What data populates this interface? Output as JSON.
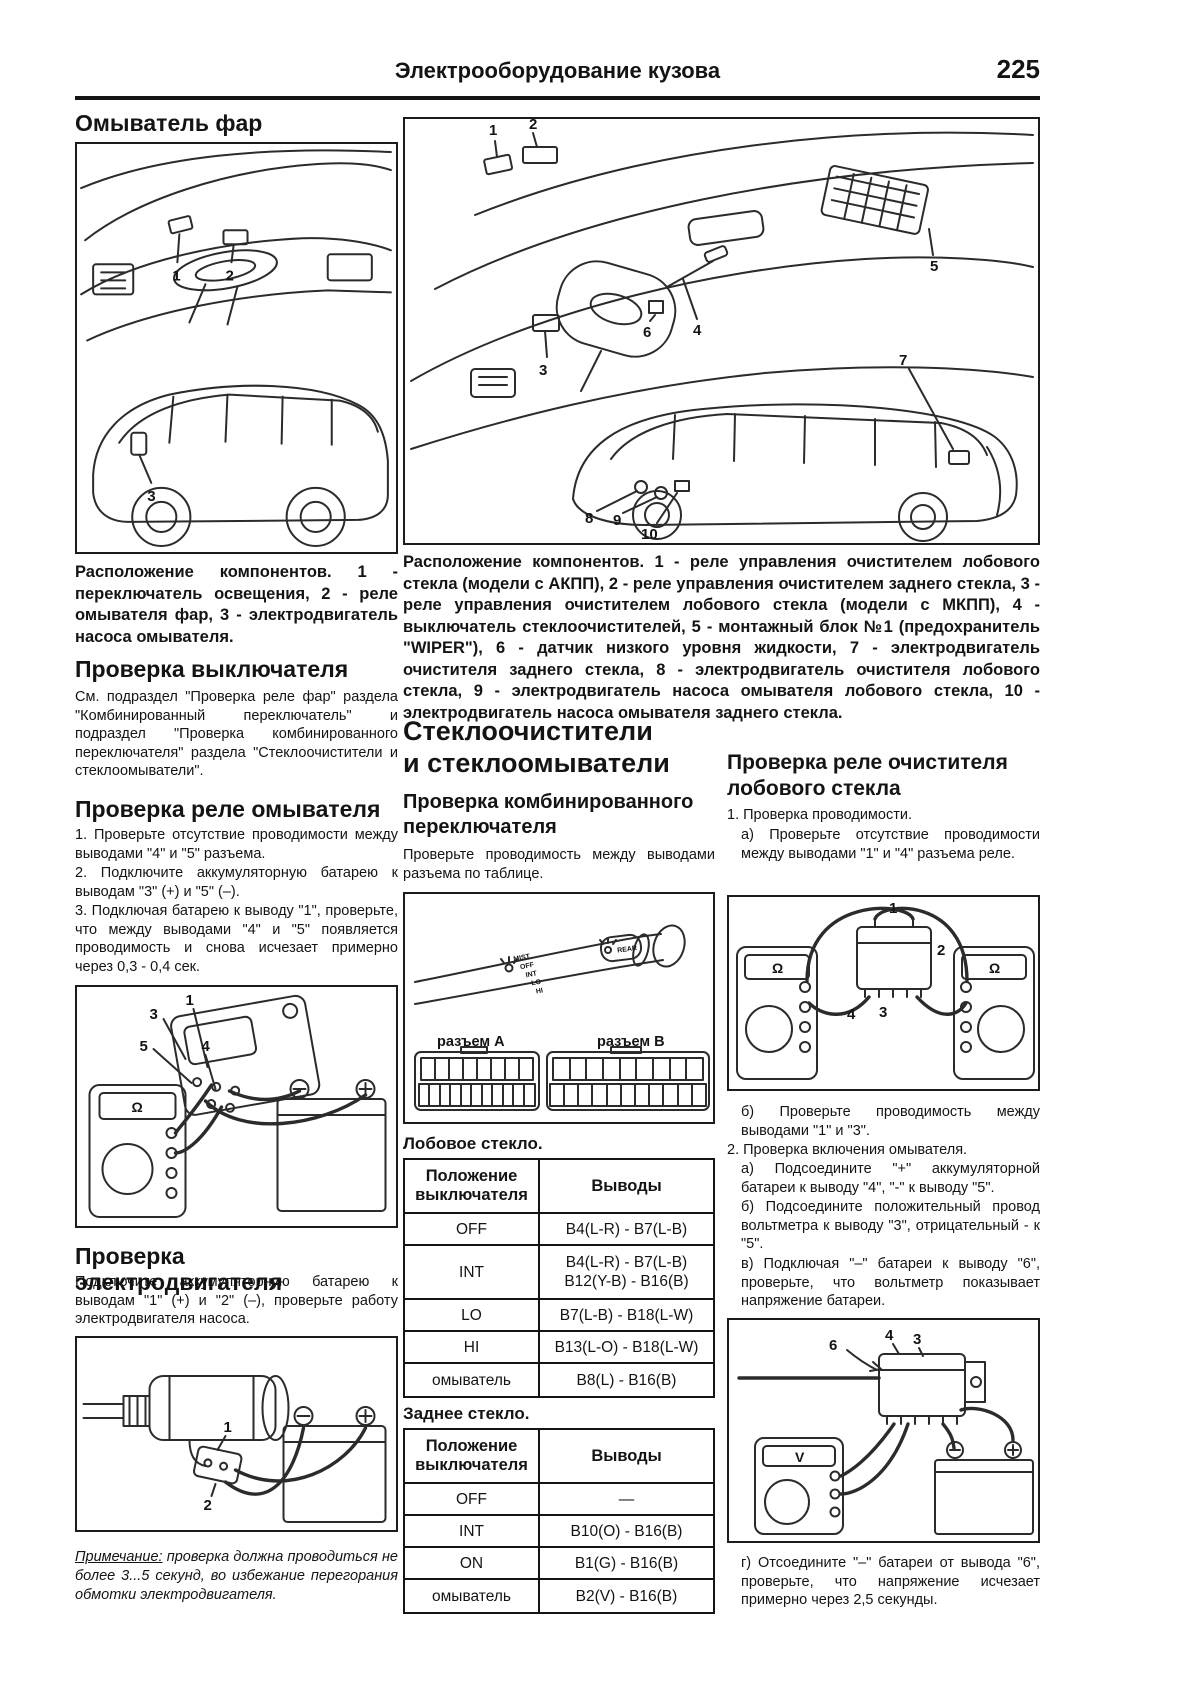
{
  "header": {
    "title": "Электрооборудование кузова",
    "page": "225"
  },
  "left": {
    "s1_title": "Омыватель фар",
    "fig1_caption": "Расположение компонентов. 1 - переключатель освещения, 2 - реле омывателя фар, 3 - электродвигатель насоса омывателя.",
    "s2_title": "Проверка выключателя",
    "s2_text": "См. подраздел \"Проверка реле фар\" раздела \"Комбинированный переключатель\" и подраздел \"Проверка комбинированного переключателя\" раздела \"Стеклоочистители и стеклоомыватели\".",
    "s3_title": "Проверка реле омывателя",
    "s3_item1": "1. Проверьте отсутствие проводимости между выводами \"4\" и \"5\" разъема.",
    "s3_item2": "2. Подключите аккумуляторную батарею к выводам \"3\" (+) и \"5\" (–).",
    "s3_item3": "3. Подключая батарею к выводу \"1\", проверьте, что между выводами \"4\" и \"5\" появляется проводимость и снова исчезает примерно через 0,3 - 0,4 сек.",
    "s4_title": "Проверка электродвигателя",
    "s4_text": "Подключите аккумуляторную батарею к выводам \"1\" (+) и \"2\" (–), проверьте работу электродвигателя насоса.",
    "note_label": "Примечание:",
    "note_text": " проверка должна проводиться не более 3...5 секунд, во избежание перегорания обмотки электродвигателя."
  },
  "big_figure": {
    "caption": "Расположение компонентов. 1 - реле управления очистителем лобового стекла (модели с АКПП), 2 - реле управления очистителем заднего стекла, 3 - реле управления очистителем лобового стекла (модели с МКПП), 4 - выключатель стеклоочистителей, 5 - монтажный блок №1 (предохранитель \"WIPER\"), 6 - датчик низкого уровня жидкости, 7 - электродвигатель очистителя заднего стекла, 8 - электродвигатель очистителя лобового стекла, 9 - электродвигатель насоса омывателя лобового стекла, 10 - электродвигатель насоса омывателя заднего стекла.",
    "labels": [
      "1",
      "2",
      "3",
      "4",
      "5",
      "6",
      "7",
      "8",
      "9",
      "10"
    ]
  },
  "middle": {
    "main_title1": "Стеклоочистители",
    "main_title2": "и стеклоомыватели",
    "sub_title1": "Проверка комбинированного",
    "sub_title2": "переключателя",
    "intro": "Проверьте проводимость между выводами разъема по таблице.",
    "stalk": {
      "positions": [
        "MIST",
        "OFF",
        "INT",
        "LO",
        "HI"
      ],
      "rear": "REAR",
      "conn_a": "разъем А",
      "conn_b": "разъем В"
    },
    "front_label": "Лобовое стекло.",
    "rear_label": "Заднее стекло.",
    "col_pos": "Положение выключателя",
    "col_pins": "Выводы",
    "front_rows": [
      {
        "pos": "OFF",
        "pins": "B4(L-R) - B7(L-B)"
      },
      {
        "pos": "INT",
        "pins": "B4(L-R) - B7(L-B)",
        "pins2": "B12(Y-B) - B16(B)"
      },
      {
        "pos": "LO",
        "pins": "B7(L-B) - B18(L-W)"
      },
      {
        "pos": "HI",
        "pins": "B13(L-O) - B18(L-W)"
      },
      {
        "pos": "омыватель",
        "pins": "B8(L) - B16(B)"
      }
    ],
    "rear_rows": [
      {
        "pos": "OFF",
        "pins": "—"
      },
      {
        "pos": "INT",
        "pins": "B10(O) - B16(B)"
      },
      {
        "pos": "ON",
        "pins": "B1(G) - B16(B)"
      },
      {
        "pos": "омыватель",
        "pins": "B2(V) - B16(B)"
      }
    ]
  },
  "right": {
    "title1": "Проверка реле очистителя",
    "title2": "лобового стекла",
    "p1": "1. Проверка проводимости.",
    "p1a": "а) Проверьте отсутствие проводимости между выводами \"1\" и \"4\" разъема реле.",
    "p1b": "б) Проверьте проводимость между выводами \"1\" и \"3\".",
    "p2": "2. Проверка включения омывателя.",
    "p2a": "а) Подсоедините \"+\" аккумуляторной батареи к выводу \"4\", \"-\" к выводу \"5\".",
    "p2b": "б) Подсоедините положительный провод вольтметра к выводу \"3\", отрицательный - к \"5\".",
    "p2v": "в) Подключая \"–\" батареи к выводу \"6\", проверьте, что вольтметр показывает напряжение батареи.",
    "p2g": "г) Отсоедините \"–\" батареи от вывода \"6\", проверьте, что напряжение исчезает примерно через 2,5 секунды."
  },
  "figures": {
    "fig1_labels": [
      "1",
      "2",
      "3"
    ],
    "fig2_labels": [
      "3",
      "1",
      "5",
      "4"
    ],
    "fig3_labels": [
      "1",
      "2"
    ],
    "figF_labels": [
      "1",
      "2",
      "3",
      "4"
    ],
    "figG_labels": [
      "6",
      "4",
      "3"
    ],
    "meter_ohm": "Ω",
    "meter_volt": "V"
  }
}
